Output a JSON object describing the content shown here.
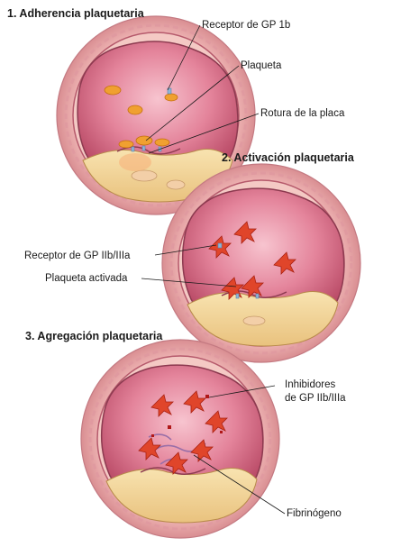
{
  "panels": [
    {
      "heading": "1. Adherencia plaquetaria"
    },
    {
      "heading": "2. Activación plaquetaria"
    },
    {
      "heading": "3. Agregación plaquetaria"
    }
  ],
  "labels": {
    "receptor_gp1b": "Receptor de GP 1b",
    "plaqueta": "Plaqueta",
    "rotura_placa": "Rotura de la placa",
    "receptor_gp2b3a": "Receptor de GP IIb/IIIa",
    "plaqueta_activada": "Plaqueta activada",
    "inhibidores_line1": "Inhibidores",
    "inhibidores_line2": "de GP IIb/IIIa",
    "fibrinogeno": "Fibrinógeno"
  },
  "colors": {
    "vessel_wall": "#e8a3a8",
    "vessel_wall_dark": "#c9727c",
    "lumen": "#d96a83",
    "lumen_light": "#f2b2c2",
    "plaque": "#f3d79b",
    "platelet": "#f0a030",
    "activated_platelet": "#e0452a",
    "receptor": "#8fb6d8",
    "fibrinogen": "#9a6fa8",
    "inhibitor": "#b01818"
  }
}
